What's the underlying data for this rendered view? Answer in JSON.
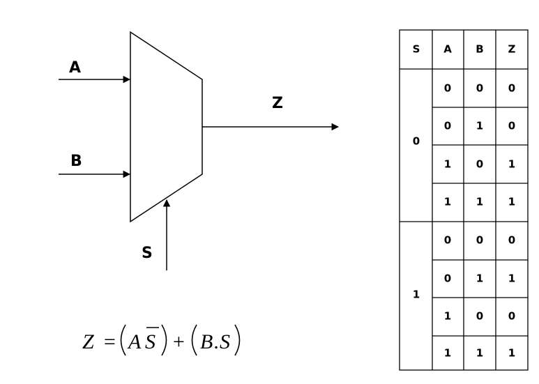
{
  "diagram": {
    "inputs": {
      "a": "A",
      "b": "B",
      "select": "S"
    },
    "output": "Z",
    "formula": {
      "lhs": "Z",
      "eq": "=",
      "term1_a": "A",
      "term1_s": "S",
      "plus": "+",
      "term2_b": "B",
      "term2_dot": ".",
      "term2_s": "S"
    }
  },
  "truth_table": {
    "headers": [
      "S",
      "A",
      "B",
      "Z"
    ],
    "groups": [
      {
        "s": "0",
        "rows": [
          [
            "0",
            "0",
            "0"
          ],
          [
            "0",
            "1",
            "0"
          ],
          [
            "1",
            "0",
            "1"
          ],
          [
            "1",
            "1",
            "1"
          ]
        ]
      },
      {
        "s": "1",
        "rows": [
          [
            "0",
            "0",
            "0"
          ],
          [
            "0",
            "1",
            "1"
          ],
          [
            "1",
            "0",
            "0"
          ],
          [
            "1",
            "1",
            "1"
          ]
        ]
      }
    ]
  }
}
